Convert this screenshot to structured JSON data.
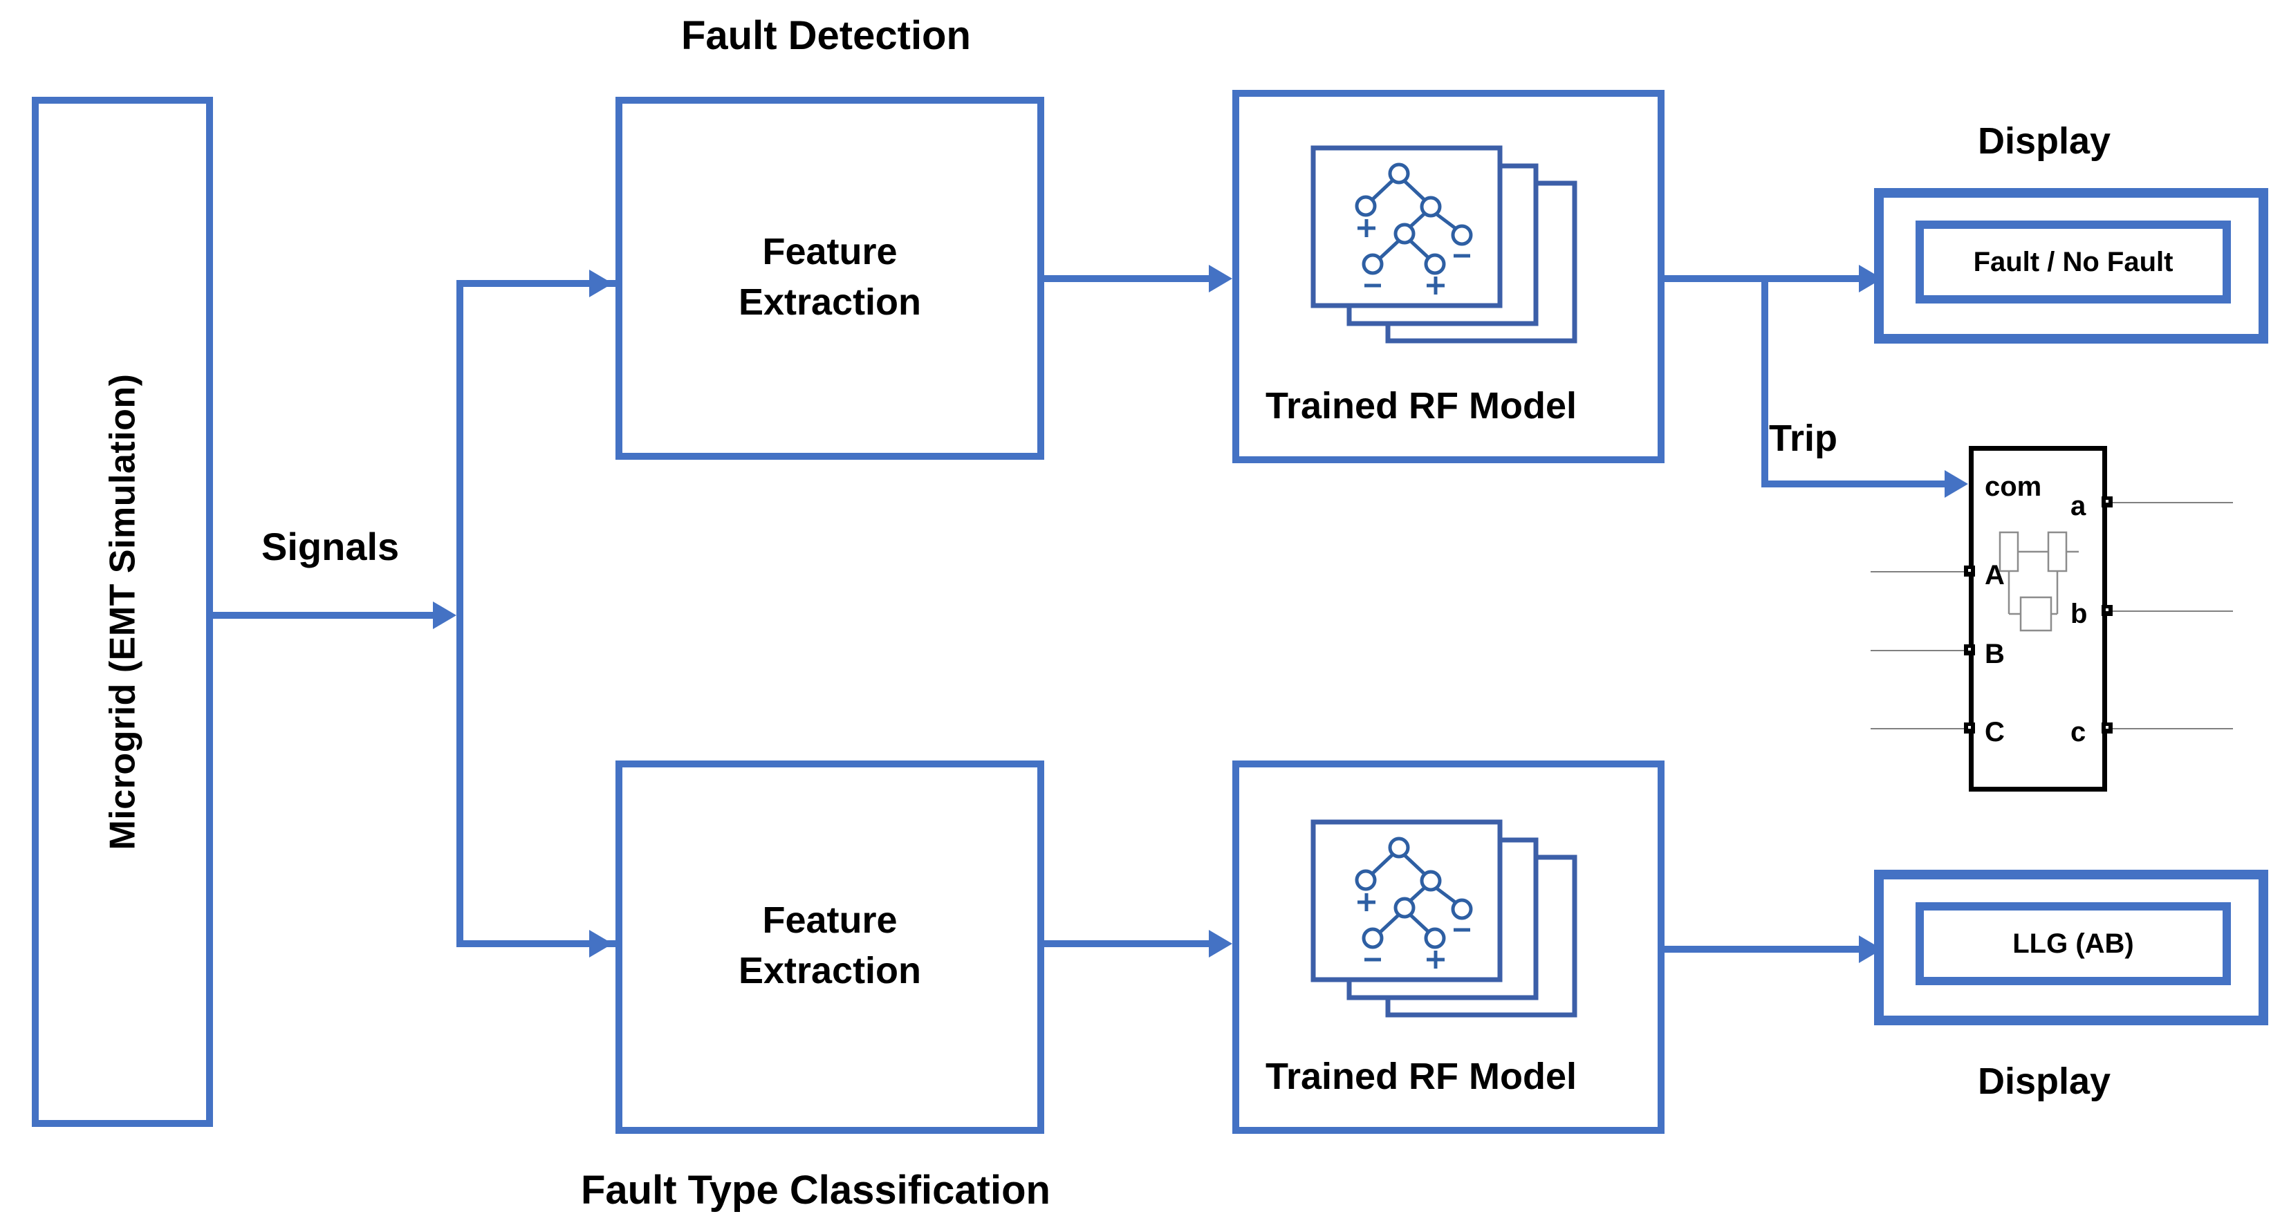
{
  "diagram": {
    "title_top": "Fault Detection",
    "title_bottom": "Fault Type Classification",
    "source": {
      "label": "Microgrid (EMT Simulation)"
    },
    "signal_label": "Signals",
    "trip_label": "Trip",
    "branches": [
      {
        "name": "fault-detection",
        "feature_extraction": "Feature\nExtraction",
        "feature_extraction_line1": "Feature",
        "feature_extraction_line2": "Extraction",
        "model_label": "Trained RF Model",
        "display_caption": "Display",
        "display_value": "Fault / No Fault"
      },
      {
        "name": "fault-type-classification",
        "feature_extraction_line1": "Feature",
        "feature_extraction_line2": "Extraction",
        "model_label": "Trained RF Model",
        "display_caption": "Display",
        "display_value": "LLG (AB)"
      }
    ],
    "breaker": {
      "input_label": "com",
      "left_terminals": [
        "A",
        "B",
        "C"
      ],
      "right_terminals": [
        "a",
        "b",
        "c"
      ]
    },
    "icons": {
      "decision_tree": "decision-tree-icon",
      "tree_leaf_signs": [
        "+",
        "-",
        "-",
        "+"
      ]
    },
    "colors": {
      "accent_blue": "#4472C4",
      "icon_blue": "#3C5FA8",
      "text_black": "#000000",
      "wire_gray": "#808080",
      "background": "#FFFFFF"
    }
  }
}
